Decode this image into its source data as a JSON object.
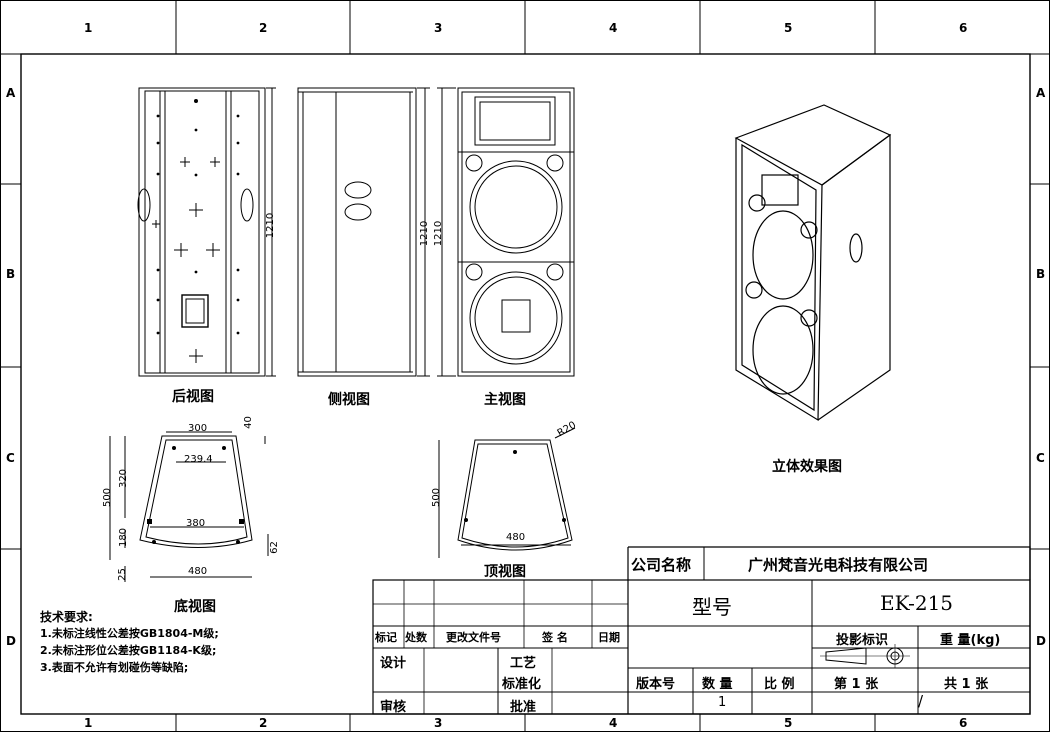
{
  "zones": {
    "columns": [
      "1",
      "2",
      "3",
      "4",
      "5",
      "6"
    ],
    "rows": [
      "A",
      "B",
      "C",
      "D"
    ]
  },
  "views": {
    "rear": "后视图",
    "side": "侧视图",
    "front": "主视图",
    "bottom": "底视图",
    "top": "顶视图",
    "iso": "立体效果图"
  },
  "dimensions": {
    "height_rear": "1210",
    "height_side": "1210",
    "height_front": "1210",
    "bottom_top_width": "300",
    "bottom_top_depth": "40",
    "bottom_inner": "239.4",
    "bottom_320": "320",
    "bottom_500": "500",
    "bottom_380": "380",
    "bottom_180": "180",
    "bottom_62": "62",
    "bottom_25": "25",
    "bottom_480": "480",
    "top_radius": "R20",
    "top_500": "500",
    "top_480": "480"
  },
  "notes": {
    "title": "技术要求:",
    "items": [
      "1.未标注线性公差按GB1804-M级;",
      "2.未标注形位公差按GB1184-K级;",
      "3.表面不允许有划碰伤等缺陷;"
    ]
  },
  "title_block": {
    "company_label": "公司名称",
    "company_name": "广州梵音光电科技有限公司",
    "model_label": "型号",
    "model_value": "EK-215",
    "rev_headers": [
      "标记",
      "处数",
      "更改文件号",
      "签 名",
      "日期"
    ],
    "projection_label": "投影标识",
    "weight_label": "重  量(kg)",
    "design": "设计",
    "process": "工艺",
    "standard": "标准化",
    "review": "审核",
    "approve": "批准",
    "version_label": "版本号",
    "qty_label": "数 量",
    "scale_label": "比 例",
    "sheet_no": "第 1 张",
    "sheet_total": "共 1 张",
    "qty_value": "1",
    "slash": "/"
  }
}
